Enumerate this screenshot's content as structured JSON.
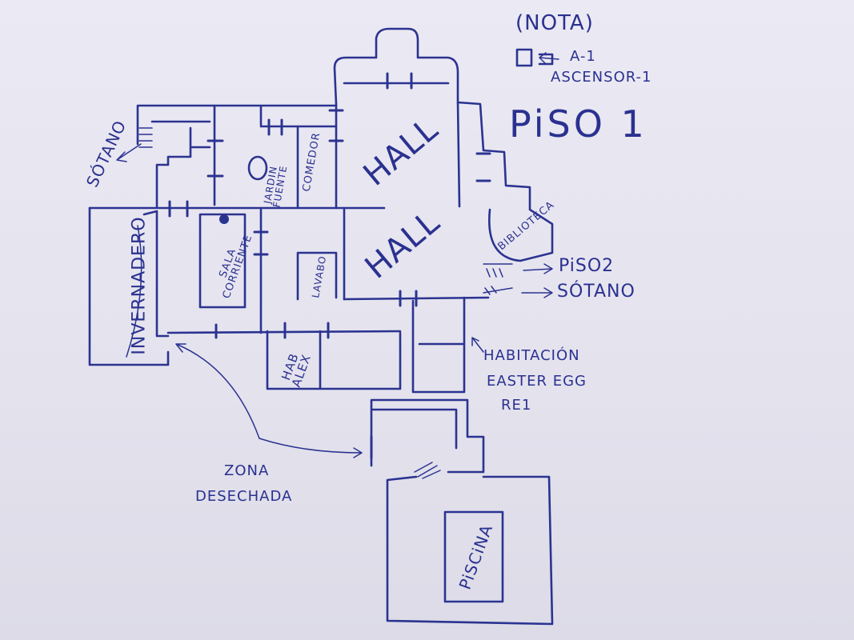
{
  "title": "PiSO 1",
  "note": {
    "title": "(NOTA)",
    "line1": "A-1",
    "line2": "ASCENSOR-1"
  },
  "rooms": {
    "hall_upper": "HALL",
    "hall_lower": "HALL",
    "jardin": "JARDIN FUENTE",
    "comedor": "COMEDOR",
    "biblioteca": "BIBLIOTECA",
    "invernadero": "INVERNADERO",
    "sala_corriente": "SALA CORRIENTE",
    "lavabo": "LAVABO",
    "hab_alex": "HAB ALEX",
    "piscina": "PiSCiNA"
  },
  "annotations": {
    "sotano_left": "SÓTANO",
    "piso2": "PiSO2",
    "sotano_right": "SÓTANO",
    "easter_egg_1": "HABITACIÓN",
    "easter_egg_2": "EASTER EGG",
    "easter_egg_3": "RE1",
    "zona_1": "ZONA",
    "zona_2": "DESECHADA"
  },
  "colors": {
    "ink": "#2b3391",
    "paper": "#e7e5ef"
  }
}
